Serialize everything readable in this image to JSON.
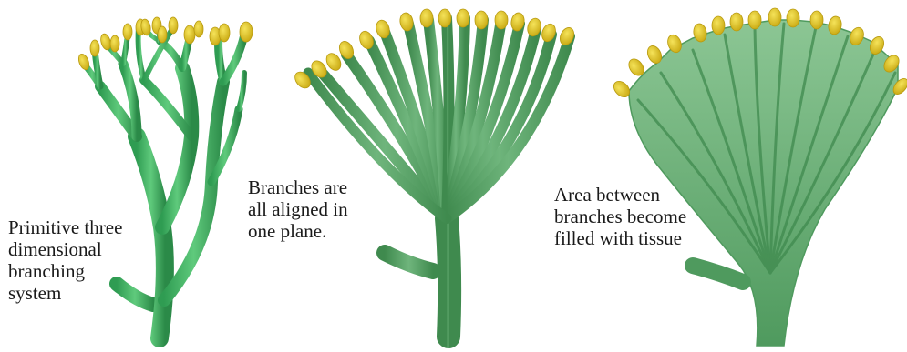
{
  "captions": {
    "stage1": [
      "Primitive three",
      "dimensional",
      "branching",
      "system"
    ],
    "stage2": [
      "Branches are",
      "all aligned in",
      "one plane."
    ],
    "stage3": [
      "Area between",
      "branches become",
      "filled with tissue"
    ]
  },
  "colors": {
    "branch_light": "#5cc47a",
    "branch_mid": "#3aa55c",
    "branch_dark": "#2b8a48",
    "planate": "#4d9a5c",
    "webbing": "#7ab582",
    "sporangium": "#e2c52a",
    "sporangium_edge": "#b89a10"
  }
}
